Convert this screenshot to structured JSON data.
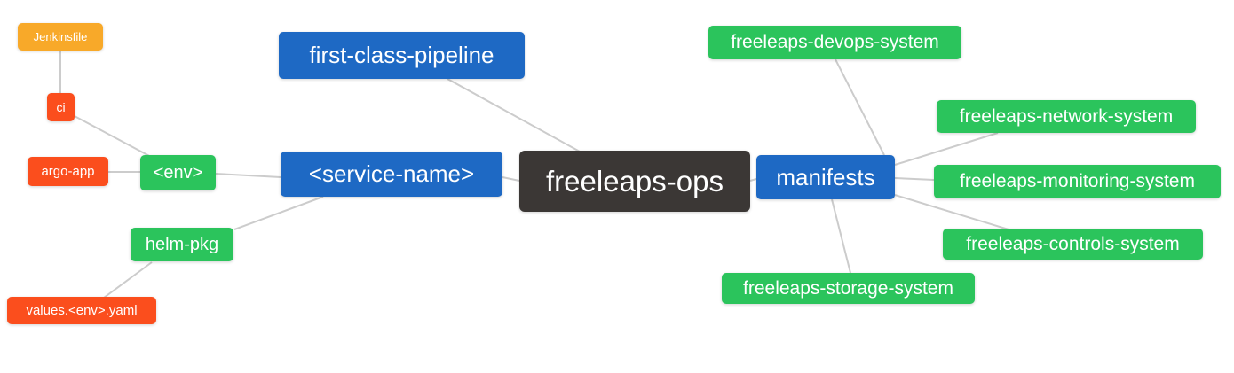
{
  "diagram": {
    "type": "mindmap",
    "root": "freeleaps-ops",
    "palette": {
      "branch_blue": "#1E69C4",
      "leaf_green": "#2BC45C",
      "leaf_red": "#FB4E1D",
      "leaf_orange": "#F8A929",
      "root_dark": "#3B3735",
      "edge_gray": "#CCCCCC",
      "node_text": "#FFFFFF",
      "background": "#FFFFFF"
    },
    "nodes": [
      {
        "id": "jenkinsfile",
        "label": "Jenkinsfile",
        "color": "orange"
      },
      {
        "id": "ci",
        "label": "ci",
        "color": "red"
      },
      {
        "id": "argo-app",
        "label": "argo-app",
        "color": "red"
      },
      {
        "id": "env",
        "label": "<env>",
        "color": "green"
      },
      {
        "id": "helm-pkg",
        "label": "helm-pkg",
        "color": "green"
      },
      {
        "id": "values-env-yaml",
        "label": "values.<env>.yaml",
        "color": "red"
      },
      {
        "id": "first-class-pipeline",
        "label": "first-class-pipeline",
        "color": "blue"
      },
      {
        "id": "service-name",
        "label": "<service-name>",
        "color": "blue"
      },
      {
        "id": "freeleaps-ops",
        "label": "freeleaps-ops",
        "color": "dark"
      },
      {
        "id": "manifests",
        "label": "manifests",
        "color": "blue"
      },
      {
        "id": "freeleaps-devops-system",
        "label": "freeleaps-devops-system",
        "color": "green"
      },
      {
        "id": "freeleaps-network-system",
        "label": "freeleaps-network-system",
        "color": "green"
      },
      {
        "id": "freeleaps-monitoring-system",
        "label": "freeleaps-monitoring-system",
        "color": "green"
      },
      {
        "id": "freeleaps-controls-system",
        "label": "freeleaps-controls-system",
        "color": "green"
      },
      {
        "id": "freeleaps-storage-system",
        "label": "freeleaps-storage-system",
        "color": "green"
      }
    ],
    "edges": [
      {
        "from": "Jenkinsfile",
        "to": "ci"
      },
      {
        "from": "ci",
        "to": "<env>"
      },
      {
        "from": "argo-app",
        "to": "<env>"
      },
      {
        "from": "<env>",
        "to": "<service-name>"
      },
      {
        "from": "helm-pkg",
        "to": "<service-name>"
      },
      {
        "from": "values.<env>.yaml",
        "to": "helm-pkg"
      },
      {
        "from": "first-class-pipeline",
        "to": "freeleaps-ops"
      },
      {
        "from": "<service-name>",
        "to": "freeleaps-ops"
      },
      {
        "from": "freeleaps-ops",
        "to": "manifests"
      },
      {
        "from": "manifests",
        "to": "freeleaps-devops-system"
      },
      {
        "from": "manifests",
        "to": "freeleaps-network-system"
      },
      {
        "from": "manifests",
        "to": "freeleaps-monitoring-system"
      },
      {
        "from": "manifests",
        "to": "freeleaps-controls-system"
      },
      {
        "from": "manifests",
        "to": "freeleaps-storage-system"
      }
    ]
  }
}
